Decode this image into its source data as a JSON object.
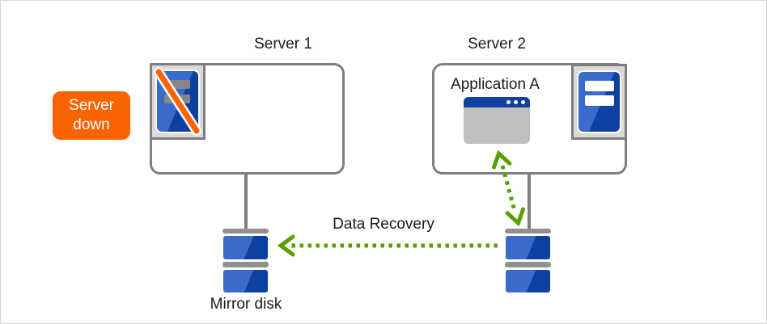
{
  "nodes": {
    "server1": {
      "label": "Server 1",
      "status": "down"
    },
    "server2": {
      "label": "Server 2",
      "app_label": "Application A",
      "status": "active"
    }
  },
  "badge": {
    "text": "Server down"
  },
  "disks": {
    "mirror_label": "Mirror disk"
  },
  "arrows": {
    "data_recovery_label": "Data Recovery"
  },
  "icons": {
    "server_down": "server-down-icon (blue server with orange slash)",
    "server_active": "server-icon (blue server, white bars)",
    "app_window": "app-window-icon (blue titlebar, three dots, gray body)",
    "disk_stack": "disk-stack-icon (two blue platters with gray caps)",
    "arrow_left": "dotted-arrow-left-icon",
    "arrow_updown": "dotted-arrow-updown-icon"
  },
  "colors": {
    "accent_orange": "#F96300",
    "arrow_green": "#5C9E00",
    "server_blue_light": "#3A6BCB",
    "server_blue_dark": "#0E40A4",
    "server_bar_gray": "#878787",
    "window_titlebar_blue": "#11409E",
    "window_body_gray": "#BFBFBF",
    "frame_gray": "#7F7F7F",
    "icon_bg_gray": "#D9D9D9",
    "disk_cap_gray": "#909090",
    "text_black": "#1A1A1A"
  }
}
